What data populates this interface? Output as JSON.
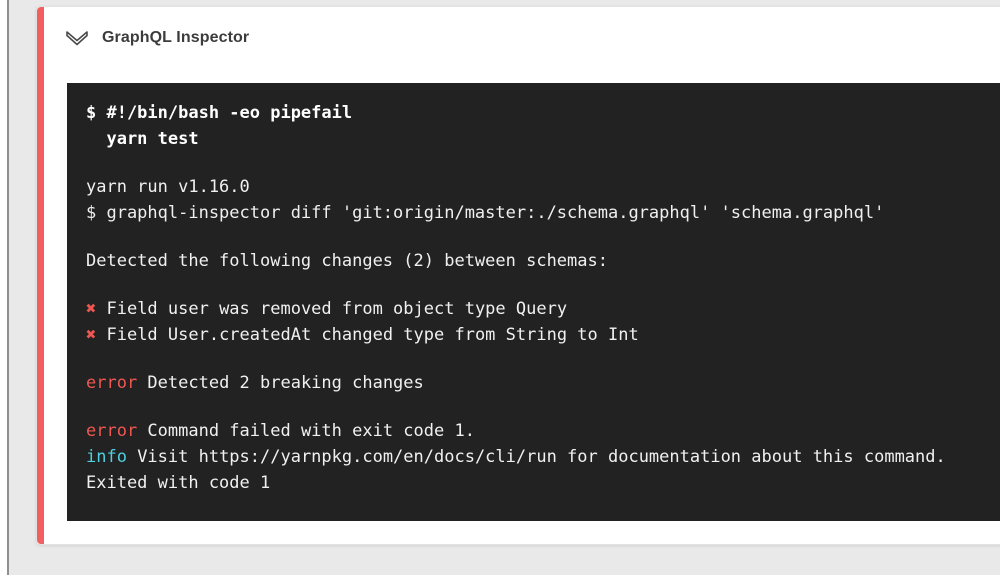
{
  "page": {
    "background": "#e9e9e9"
  },
  "card": {
    "title": "GraphQL Inspector",
    "accent_color": "#f15f5f"
  },
  "icons": {
    "collapse_chevron": "chevron-down-icon"
  },
  "terminal": {
    "background": "#222222",
    "colors": {
      "bold": "#ffffff",
      "plain": "#f0f0f0",
      "red": "#ef5753",
      "cyan": "#4dd0e1"
    },
    "lines": [
      {
        "segments": [
          {
            "text": "$ #!/bin/bash -eo pipefail",
            "style": "bold"
          }
        ]
      },
      {
        "segments": [
          {
            "text": "  yarn test",
            "style": "bold"
          }
        ]
      },
      {
        "segments": []
      },
      {
        "segments": [
          {
            "text": "yarn run v1.16.0",
            "style": "plain"
          }
        ]
      },
      {
        "segments": [
          {
            "text": "$ graphql-inspector diff 'git:origin/master:./schema.graphql' 'schema.graphql'",
            "style": "plain"
          }
        ]
      },
      {
        "segments": []
      },
      {
        "segments": [
          {
            "text": "Detected the following changes (2) between schemas:",
            "style": "plain"
          }
        ]
      },
      {
        "segments": []
      },
      {
        "segments": [
          {
            "text": "✖",
            "style": "red"
          },
          {
            "text": " Field user was removed from object type Query",
            "style": "plain"
          }
        ]
      },
      {
        "segments": [
          {
            "text": "✖",
            "style": "red"
          },
          {
            "text": " Field User.createdAt changed type from String to Int",
            "style": "plain"
          }
        ]
      },
      {
        "segments": []
      },
      {
        "segments": [
          {
            "text": "error",
            "style": "red"
          },
          {
            "text": " Detected 2 breaking changes",
            "style": "plain"
          }
        ]
      },
      {
        "segments": []
      },
      {
        "segments": [
          {
            "text": "error",
            "style": "red"
          },
          {
            "text": " Command failed with exit code 1.",
            "style": "plain"
          }
        ]
      },
      {
        "segments": [
          {
            "text": "info",
            "style": "cyan"
          },
          {
            "text": " Visit https://yarnpkg.com/en/docs/cli/run for documentation about this command.",
            "style": "plain"
          }
        ]
      },
      {
        "segments": [
          {
            "text": "Exited with code 1",
            "style": "plain"
          }
        ]
      }
    ]
  }
}
